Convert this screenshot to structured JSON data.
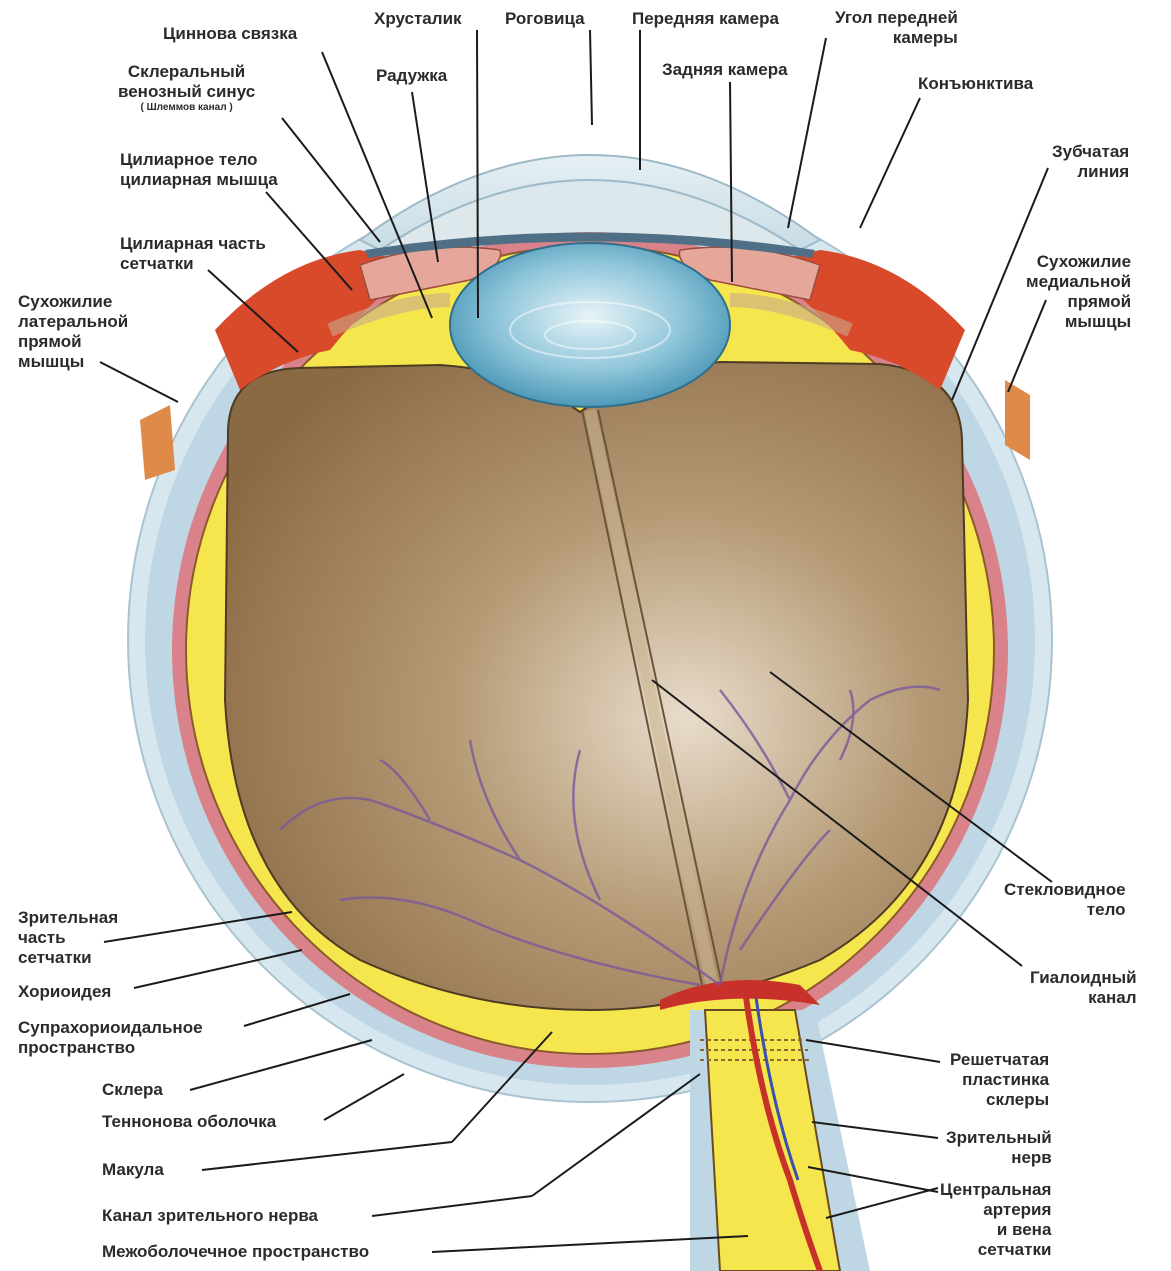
{
  "labels": {
    "zinn": "Циннова связка",
    "lens": "Хрусталик",
    "cornea": "Роговица",
    "anterior_chamber": "Передняя камера",
    "angle": [
      "Угол передней",
      "камеры"
    ],
    "scleral_sinus": [
      "Склеральный",
      "венозный синус"
    ],
    "schlemm": "( Шлеммов канал )",
    "iris": "Радужка",
    "posterior_chamber": "Задняя камера",
    "conjunctiva": "Конъюнктива",
    "ciliary_body": [
      "Цилиарное тело",
      "цилиарная мышца"
    ],
    "ora_serrata": [
      "Зубчатая",
      "линия"
    ],
    "ciliary_retina": [
      "Цилиарная часть",
      "сетчатки"
    ],
    "medial_tendon": [
      "Сухожилие",
      "медиальной",
      "прямой",
      "мышцы"
    ],
    "lateral_tendon": [
      "Сухожилие",
      "латеральной",
      "прямой",
      "мышцы"
    ],
    "vitreous": [
      "Стекловидное",
      "тело"
    ],
    "optic_retina": [
      "Зрительная",
      "часть",
      "сетчатки"
    ],
    "hyaloid": [
      "Гиалоидный",
      "канал"
    ],
    "choroid": "Хориоидея",
    "suprachoroidal": [
      "Супрахориоидальное",
      "пространство"
    ],
    "lamina": [
      "Решетчатая",
      "пластинка",
      "склеры"
    ],
    "sclera": "Склера",
    "tenon": "Теннонова оболочка",
    "optic_nerve": [
      "Зрительный",
      "нерв"
    ],
    "macula": "Макула",
    "central_vessels": [
      "Центральная",
      "артерия",
      "и вена",
      "сетчатки"
    ],
    "optic_canal": "Канал зрительного нерва",
    "intersheath": "Межоболочечное пространство"
  },
  "colors": {
    "sclera": "#bfd7e4",
    "choroid": "#d9828a",
    "retina": "#f4e64c",
    "vitreous": "#a38560",
    "lens": "#6fb4cf",
    "artery": "#c8302a",
    "vein": "#3a4fb0"
  }
}
